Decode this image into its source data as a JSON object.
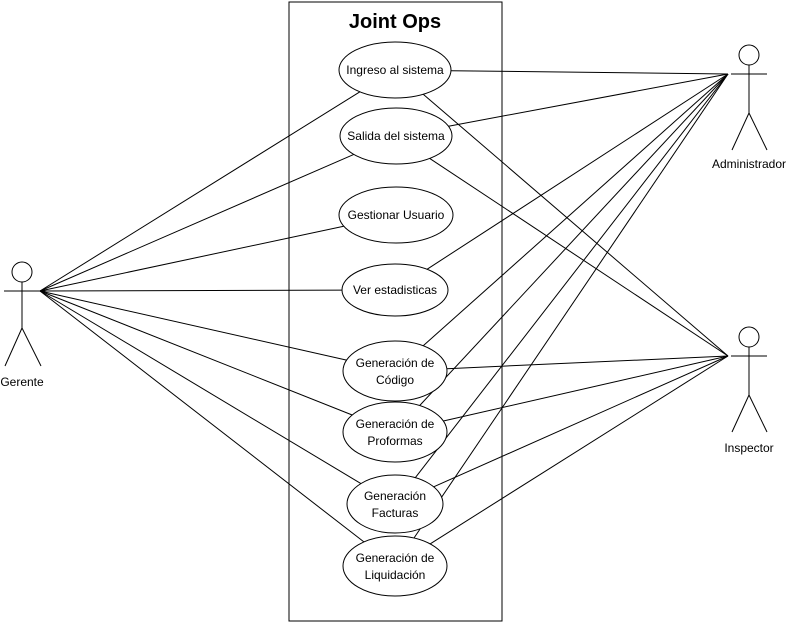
{
  "system": {
    "title": "Joint Ops"
  },
  "actors": {
    "gerente": {
      "label": "Gerente"
    },
    "administrador": {
      "label": "Administrador"
    },
    "inspector": {
      "label": "Inspector"
    }
  },
  "use_cases": [
    {
      "id": "ingreso",
      "lines": [
        "Ingreso al sistema"
      ]
    },
    {
      "id": "salida",
      "lines": [
        "Salida del sistema"
      ]
    },
    {
      "id": "gestionar",
      "lines": [
        "Gestionar Usuario"
      ]
    },
    {
      "id": "estadisticas",
      "lines": [
        "Ver estadisticas"
      ]
    },
    {
      "id": "codigo",
      "lines": [
        "Generación de",
        "Código"
      ]
    },
    {
      "id": "proformas",
      "lines": [
        "Generación de",
        "Proformas"
      ]
    },
    {
      "id": "facturas",
      "lines": [
        "Generación",
        "Facturas"
      ]
    },
    {
      "id": "liquidacion",
      "lines": [
        "Generación de",
        "Liquidación"
      ]
    }
  ],
  "associations": {
    "gerente": [
      "ingreso",
      "salida",
      "gestionar",
      "estadisticas",
      "codigo",
      "proformas",
      "facturas",
      "liquidacion"
    ],
    "administrador": [
      "ingreso",
      "salida",
      "estadisticas",
      "codigo",
      "proformas",
      "facturas",
      "liquidacion"
    ],
    "inspector": [
      "ingreso",
      "salida",
      "codigo",
      "proformas",
      "facturas",
      "liquidacion"
    ]
  }
}
